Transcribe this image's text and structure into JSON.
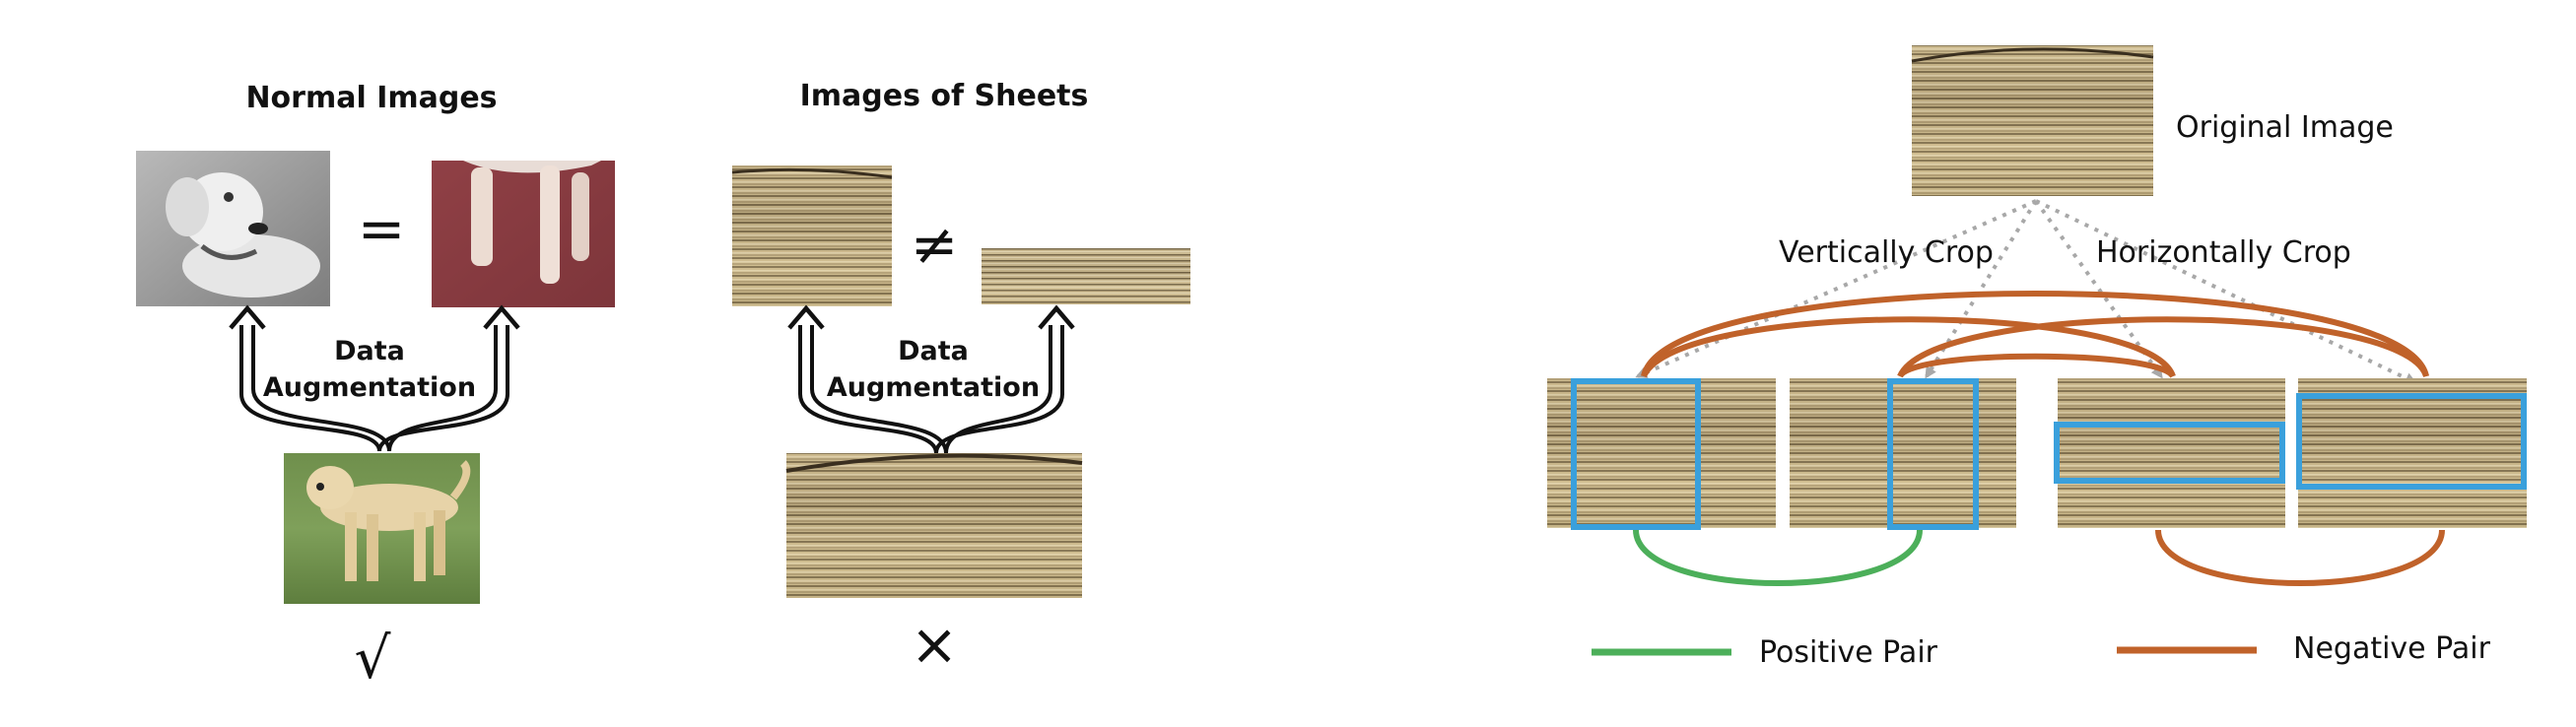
{
  "left_panel": {
    "normal_images": {
      "title": "Normal Images",
      "equal_sign": "=",
      "caption_line1": "Data",
      "caption_line2": "Augmentation",
      "verdict": "√"
    },
    "sheet_images": {
      "title": "Images of Sheets",
      "not_equal_sign": "≠",
      "caption_line1": "Data",
      "caption_line2": "Augmentation",
      "verdict": "×"
    }
  },
  "right_panel": {
    "original_label": "Original Image",
    "vertical_crop_label": "Vertically Crop",
    "horizontal_crop_label": "Horizontally Crop",
    "legend": {
      "positive_label": "Positive Pair",
      "negative_label": "Negative Pair"
    }
  },
  "colors": {
    "positive_pair": "#4caf5a",
    "negative_pair": "#c0622a",
    "crop_box": "#3aa0dc",
    "dotted_arrow": "#a8a8a8",
    "sheet_light": "#d9c69a",
    "sheet_dark": "#4a3f2c"
  }
}
